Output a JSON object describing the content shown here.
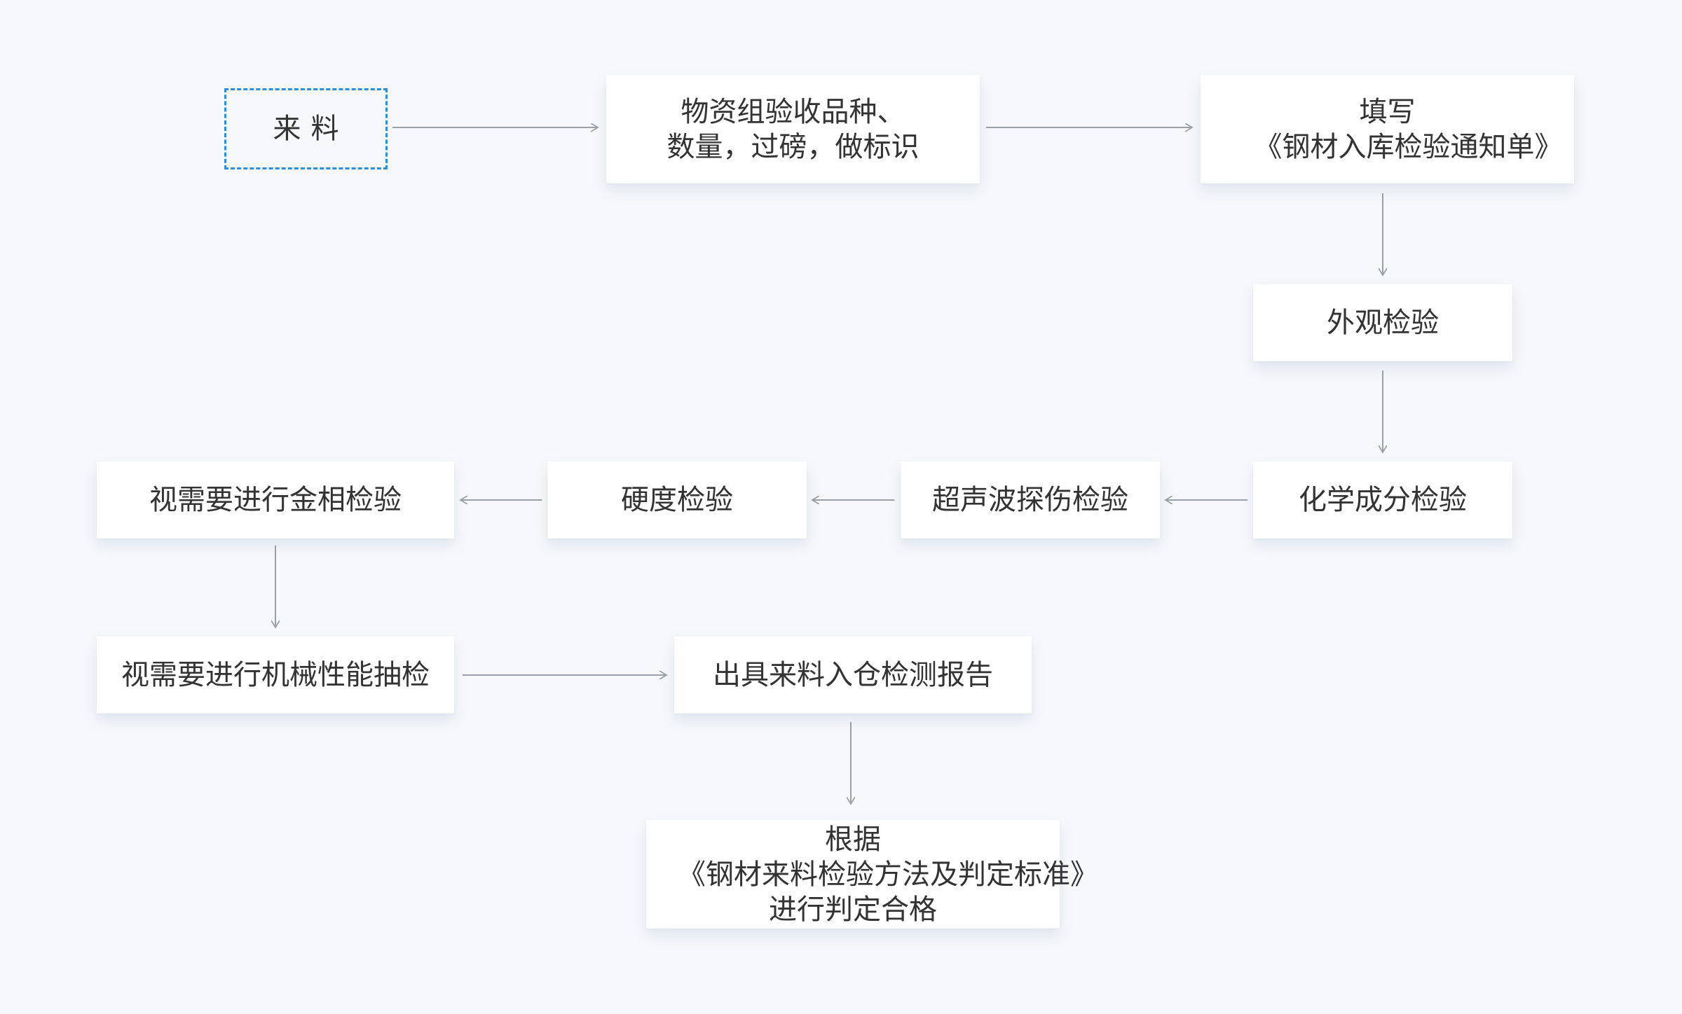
{
  "colors": {
    "background": "#f6f8fb",
    "node_fill": "#ffffff",
    "node_text": "#333333",
    "start_border": "#2d8fdb",
    "arrow": "#9aa0a8"
  },
  "flow": {
    "nodes": [
      {
        "id": "n1",
        "label": "来料"
      },
      {
        "id": "n2",
        "label": "物资组验收品种、数量，过磅，做标识"
      },
      {
        "id": "n3",
        "label": "填写《钢材入库检验通知单》"
      },
      {
        "id": "n4",
        "label": "外观检验"
      },
      {
        "id": "n5",
        "label": "化学成分检验"
      },
      {
        "id": "n6",
        "label": "超声波探伤检验"
      },
      {
        "id": "n7",
        "label": "硬度检验"
      },
      {
        "id": "n8",
        "label": "视需要进行金相检验"
      },
      {
        "id": "n9",
        "label": "视需要进行机械性能抽检"
      },
      {
        "id": "n10",
        "label": "出具来料入仓检测报告"
      },
      {
        "id": "n11",
        "label": "根据《钢材来料检验方法及判定标准》进行判定合格"
      }
    ],
    "edges": [
      {
        "from": "n1",
        "to": "n2"
      },
      {
        "from": "n2",
        "to": "n3"
      },
      {
        "from": "n3",
        "to": "n4"
      },
      {
        "from": "n4",
        "to": "n5"
      },
      {
        "from": "n5",
        "to": "n6"
      },
      {
        "from": "n6",
        "to": "n7"
      },
      {
        "from": "n7",
        "to": "n8"
      },
      {
        "from": "n8",
        "to": "n9"
      },
      {
        "from": "n9",
        "to": "n10"
      },
      {
        "from": "n10",
        "to": "n11"
      }
    ]
  }
}
